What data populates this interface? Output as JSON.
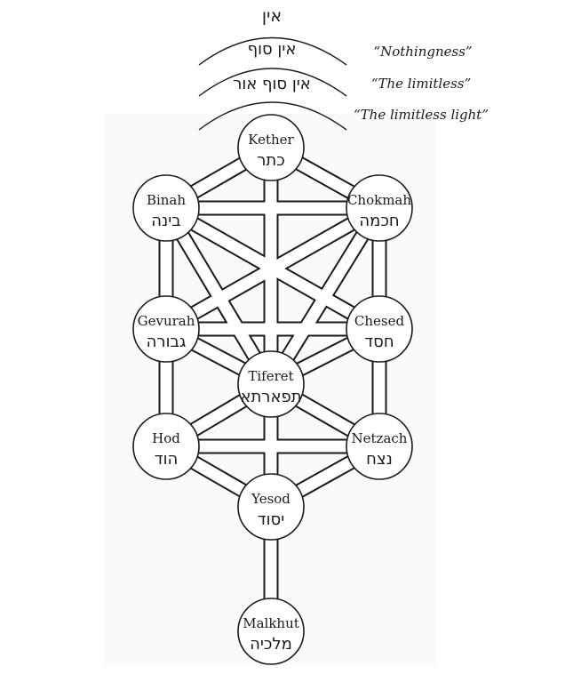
{
  "top_labels": {
    "ain": "אין",
    "ain_sof": "אין סוף",
    "ain_sof_aur": "אין סוף אור",
    "nothingness": "“Nothingness”",
    "limitless": "“The limitless”",
    "limitless_light": "“The limitless light”"
  },
  "sephirot": {
    "kether": {
      "name": "Kether",
      "hebrew": "כתר"
    },
    "chokmah": {
      "name": "Chokmah",
      "hebrew": "חכמה"
    },
    "binah": {
      "name": "Binah",
      "hebrew": "בינה"
    },
    "chesed": {
      "name": "Chesed",
      "hebrew": "חסד"
    },
    "gevurah": {
      "name": "Gevurah",
      "hebrew": "גבורה"
    },
    "tiferet": {
      "name": "Tiferet",
      "hebrew": "תפארתא"
    },
    "netzach": {
      "name": "Netzach",
      "hebrew": "נצח"
    },
    "hod": {
      "name": "Hod",
      "hebrew": "הוד"
    },
    "yesod": {
      "name": "Yesod",
      "hebrew": "יסוד"
    },
    "malkhut": {
      "name": "Malkhut",
      "hebrew": "מלכיה"
    }
  }
}
